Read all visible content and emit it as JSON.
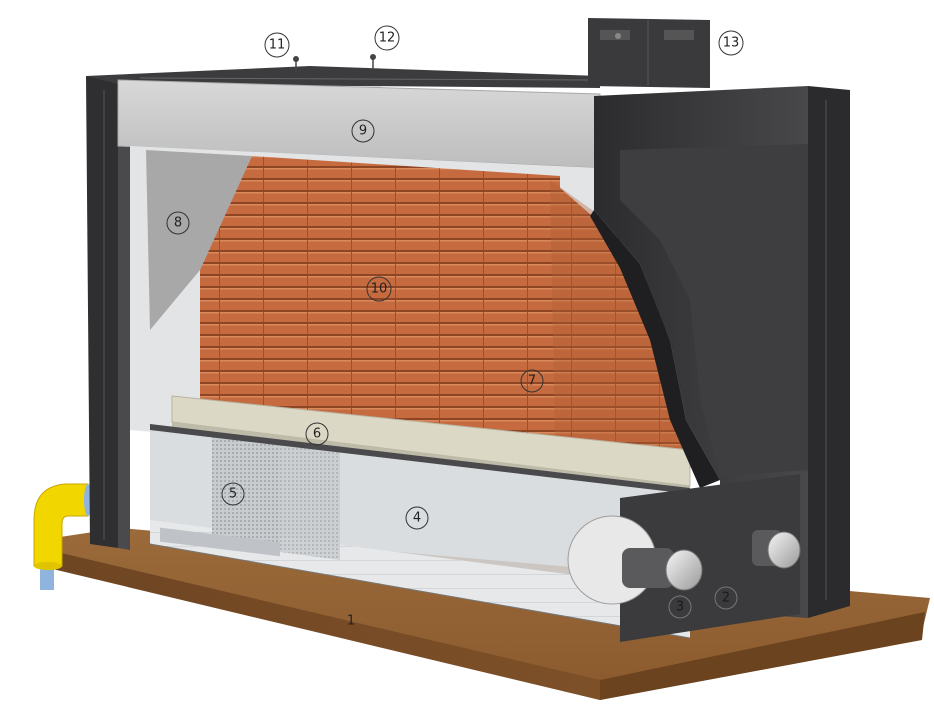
{
  "labels": [
    {
      "id": "1",
      "text": "1"
    },
    {
      "id": "2",
      "text": "2"
    },
    {
      "id": "3",
      "text": "3"
    },
    {
      "id": "4",
      "text": "4"
    },
    {
      "id": "5",
      "text": "5"
    },
    {
      "id": "6",
      "text": "6"
    },
    {
      "id": "7",
      "text": "7"
    },
    {
      "id": "8",
      "text": "8"
    },
    {
      "id": "9",
      "text": "9"
    },
    {
      "id": "10",
      "text": "10"
    },
    {
      "id": "11",
      "text": "11"
    },
    {
      "id": "12",
      "text": "12"
    },
    {
      "id": "13",
      "text": "13"
    }
  ],
  "colors": {
    "base_wood": "#8a5a2e",
    "brick": "#c0683d",
    "frame_dark": "#3a3a3c",
    "hood_gray": "#cfcfcf",
    "insulation_gray": "#a9a9a9",
    "slab_beige": "#dcd8c6",
    "pipe_yellow": "#f2d600",
    "pipe_blue": "#8fb4de"
  }
}
